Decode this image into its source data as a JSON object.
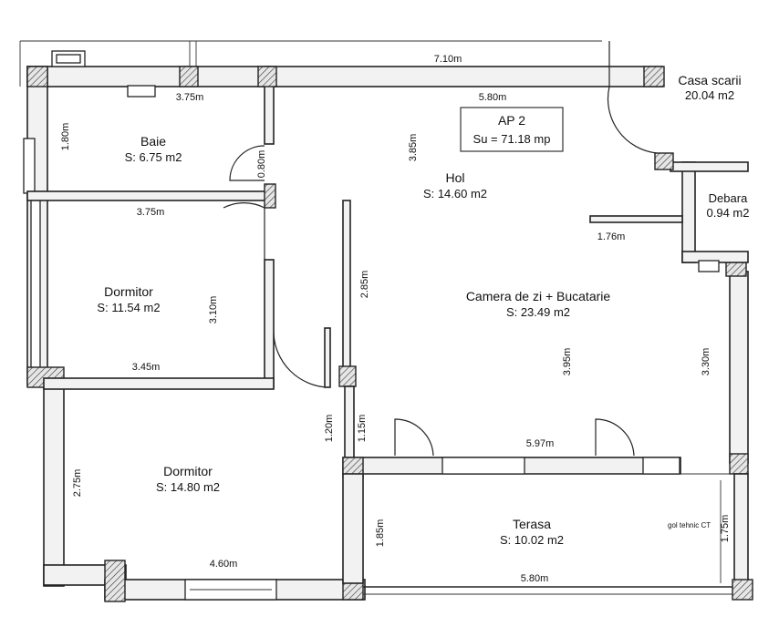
{
  "apartment": {
    "title": "AP 2",
    "total": "Su = 71.18 mp"
  },
  "rooms": {
    "baie": {
      "name": "Baie",
      "area": "S: 6.75 m2"
    },
    "hol": {
      "name": "Hol",
      "area": "S: 14.60 m2"
    },
    "casa_scarii": {
      "name": "Casa scarii",
      "area": "20.04 m2"
    },
    "debara": {
      "name": "Debara",
      "area": "0.94 m2"
    },
    "dormitor1": {
      "name": "Dormitor",
      "area": "S: 11.54 m2"
    },
    "camera_zi": {
      "name": "Camera de zi + Bucatarie",
      "area": "S: 23.49 m2"
    },
    "dormitor2": {
      "name": "Dormitor",
      "area": "S: 14.80 m2"
    },
    "terasa": {
      "name": "Terasa",
      "area": "S: 10.02 m2"
    }
  },
  "dimensions": {
    "top_width": "7.10m",
    "baie_width": "3.75m",
    "hol_width": "5.80m",
    "baie_height": "1.80m",
    "door_baie": "0.80m",
    "hol_height": "3.85m",
    "dormitor1_width": "3.75m",
    "debara_width": "1.76m",
    "partition_height": "2.85m",
    "dormitor1_height": "3.10m",
    "dormitor1_bottom": "3.45m",
    "camera_height_left": "3.95m",
    "camera_height_right": "3.30m",
    "corridor_1": "1.20m",
    "corridor_2": "1.15m",
    "camera_width": "5.97m",
    "dormitor2_height": "2.75m",
    "dormitor2_width": "4.60m",
    "terasa_height": "1.85m",
    "terasa_width": "5.80m",
    "terasa_right": "1.75m"
  },
  "notes": {
    "gol_tehnic": "gol tehnic CT"
  }
}
